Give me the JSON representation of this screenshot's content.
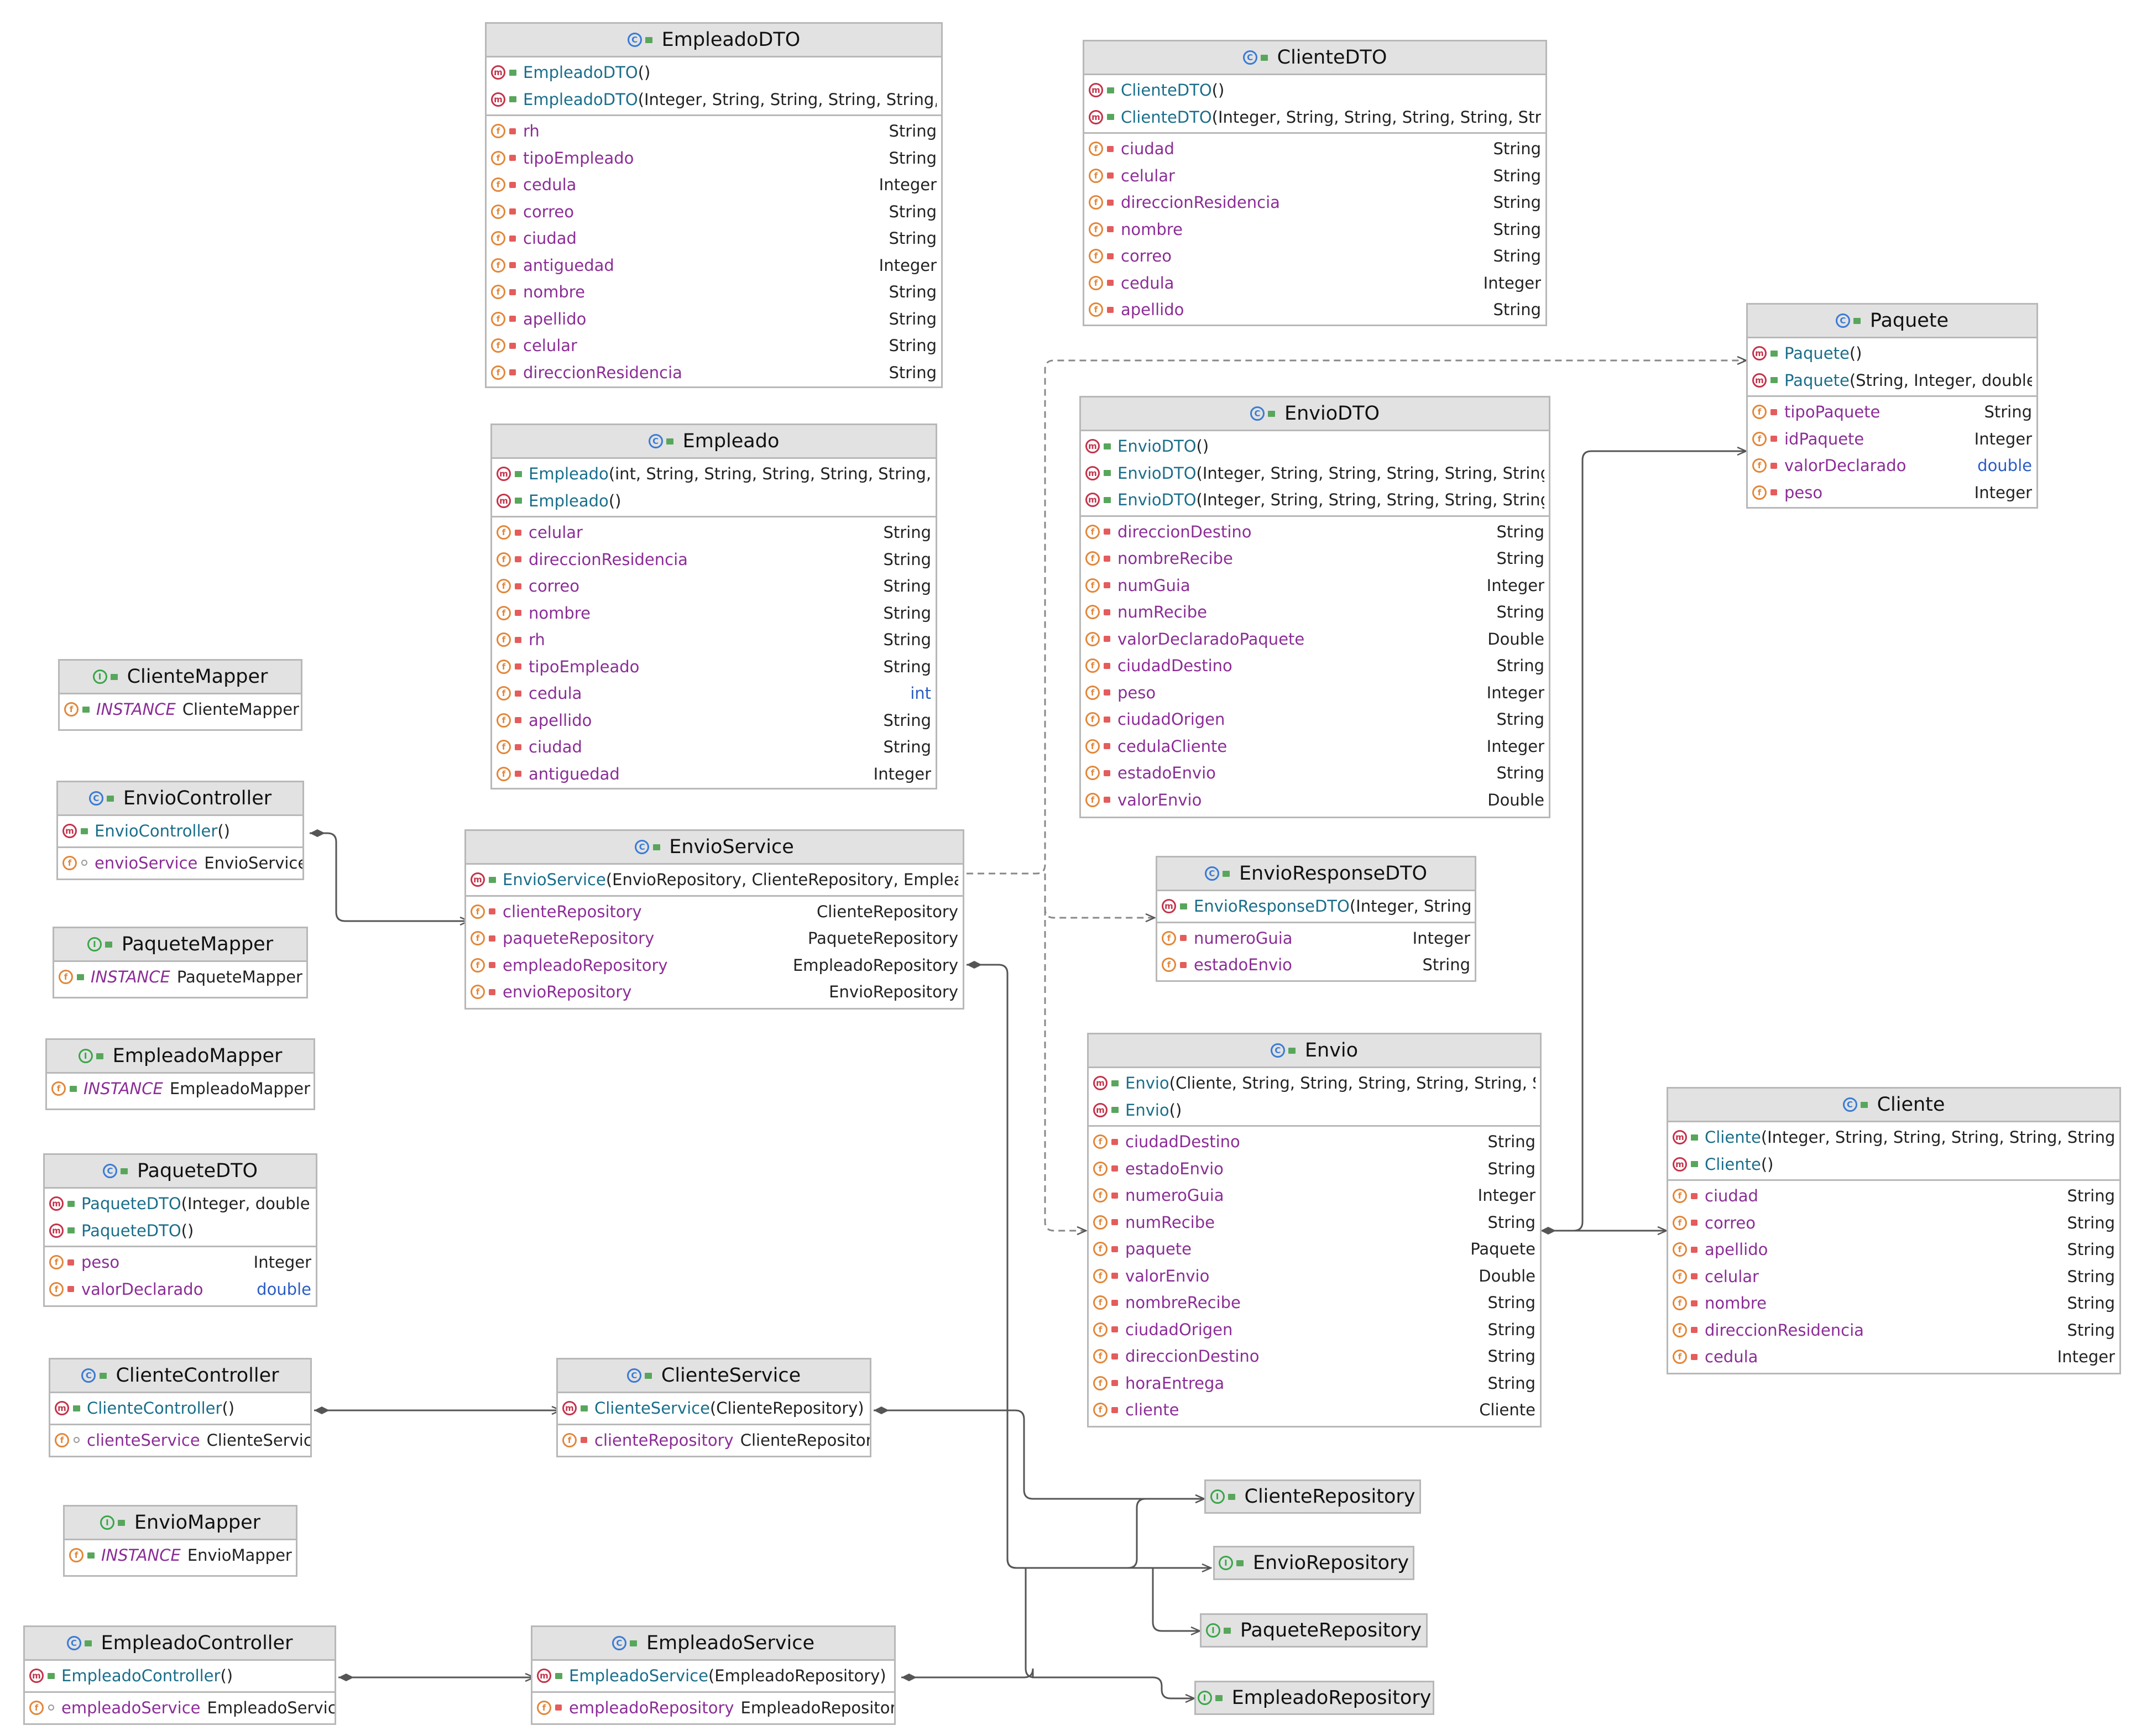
{
  "classes": {
    "empleadoDTO": {
      "title": "EmpleadoDTO",
      "methods": [
        {
          "name": "EmpleadoDTO",
          "params": "()"
        },
        {
          "name": "EmpleadoDTO",
          "params": "(Integer, String, String, String, String, String"
        }
      ],
      "fields": [
        {
          "name": "rh",
          "type": "String"
        },
        {
          "name": "tipoEmpleado",
          "type": "String"
        },
        {
          "name": "cedula",
          "type": "Integer"
        },
        {
          "name": "correo",
          "type": "String"
        },
        {
          "name": "ciudad",
          "type": "String"
        },
        {
          "name": "antiguedad",
          "type": "Integer"
        },
        {
          "name": "nombre",
          "type": "String"
        },
        {
          "name": "apellido",
          "type": "String"
        },
        {
          "name": "celular",
          "type": "String"
        },
        {
          "name": "direccionResidencia",
          "type": "String"
        }
      ]
    },
    "clienteDTO": {
      "title": "ClienteDTO",
      "methods": [
        {
          "name": "ClienteDTO",
          "params": "()"
        },
        {
          "name": "ClienteDTO",
          "params": "(Integer, String, String, String, String, String"
        }
      ],
      "fields": [
        {
          "name": "ciudad",
          "type": "String"
        },
        {
          "name": "celular",
          "type": "String"
        },
        {
          "name": "direccionResidencia",
          "type": "String"
        },
        {
          "name": "nombre",
          "type": "String"
        },
        {
          "name": "correo",
          "type": "String"
        },
        {
          "name": "cedula",
          "type": "Integer"
        },
        {
          "name": "apellido",
          "type": "String"
        }
      ]
    },
    "paquete": {
      "title": "Paquete",
      "methods": [
        {
          "name": "Paquete",
          "params": "()"
        },
        {
          "name": "Paquete",
          "params": "(String, Integer, double)"
        }
      ],
      "fields": [
        {
          "name": "tipoPaquete",
          "type": "String"
        },
        {
          "name": "idPaquete",
          "type": "Integer"
        },
        {
          "name": "valorDeclarado",
          "type": "double"
        },
        {
          "name": "peso",
          "type": "Integer"
        }
      ]
    },
    "empleado": {
      "title": "Empleado",
      "methods": [
        {
          "name": "Empleado",
          "params": "(int, String, String, String, String, String, String"
        },
        {
          "name": "Empleado",
          "params": "()"
        }
      ],
      "fields": [
        {
          "name": "celular",
          "type": "String"
        },
        {
          "name": "direccionResidencia",
          "type": "String"
        },
        {
          "name": "correo",
          "type": "String"
        },
        {
          "name": "nombre",
          "type": "String"
        },
        {
          "name": "rh",
          "type": "String"
        },
        {
          "name": "tipoEmpleado",
          "type": "String"
        },
        {
          "name": "cedula",
          "type": "int"
        },
        {
          "name": "apellido",
          "type": "String"
        },
        {
          "name": "ciudad",
          "type": "String"
        },
        {
          "name": "antiguedad",
          "type": "Integer"
        }
      ]
    },
    "envioDTO": {
      "title": "EnvioDTO",
      "methods": [
        {
          "name": "EnvioDTO",
          "params": "()"
        },
        {
          "name": "EnvioDTO",
          "params": "(Integer, String, String, String, String, String, Do"
        },
        {
          "name": "EnvioDTO",
          "params": "(Integer, String, String, String, String, String, Do"
        }
      ],
      "fields": [
        {
          "name": "direccionDestino",
          "type": "String"
        },
        {
          "name": "nombreRecibe",
          "type": "String"
        },
        {
          "name": "numGuia",
          "type": "Integer"
        },
        {
          "name": "numRecibe",
          "type": "String"
        },
        {
          "name": "valorDeclaradoPaquete",
          "type": "Double"
        },
        {
          "name": "ciudadDestino",
          "type": "String"
        },
        {
          "name": "peso",
          "type": "Integer"
        },
        {
          "name": "ciudadOrigen",
          "type": "String"
        },
        {
          "name": "cedulaCliente",
          "type": "Integer"
        },
        {
          "name": "estadoEnvio",
          "type": "String"
        },
        {
          "name": "valorEnvio",
          "type": "Double"
        }
      ]
    },
    "clienteMapper": {
      "title": "ClienteMapper",
      "fields": [
        {
          "name": "INSTANCE",
          "type": "ClienteMapper"
        }
      ]
    },
    "envioController": {
      "title": "EnvioController",
      "methods": [
        {
          "name": "EnvioController",
          "params": "()"
        }
      ],
      "fields": [
        {
          "name": "envioService",
          "type": "EnvioService"
        }
      ]
    },
    "envioService": {
      "title": "EnvioService",
      "methods": [
        {
          "name": "EnvioService",
          "params": "(EnvioRepository, ClienteRepository, EmpleadoRe"
        }
      ],
      "fields": [
        {
          "name": "clienteRepository",
          "type": "ClienteRepository"
        },
        {
          "name": "paqueteRepository",
          "type": "PaqueteRepository"
        },
        {
          "name": "empleadoRepository",
          "type": "EmpleadoRepository"
        },
        {
          "name": "envioRepository",
          "type": "EnvioRepository"
        }
      ]
    },
    "envioResponseDTO": {
      "title": "EnvioResponseDTO",
      "methods": [
        {
          "name": "EnvioResponseDTO",
          "params": "(Integer, String)"
        }
      ],
      "fields": [
        {
          "name": "numeroGuia",
          "type": "Integer"
        },
        {
          "name": "estadoEnvio",
          "type": "String"
        }
      ]
    },
    "paqueteMapper": {
      "title": "PaqueteMapper",
      "fields": [
        {
          "name": "INSTANCE",
          "type": "PaqueteMapper"
        }
      ]
    },
    "empleadoMapper": {
      "title": "EmpleadoMapper",
      "fields": [
        {
          "name": "INSTANCE",
          "type": "EmpleadoMapper"
        }
      ]
    },
    "envio": {
      "title": "Envio",
      "methods": [
        {
          "name": "Envio",
          "params": "(Cliente, String, String, String, String, String, String"
        },
        {
          "name": "Envio",
          "params": "()"
        }
      ],
      "fields": [
        {
          "name": "ciudadDestino",
          "type": "String"
        },
        {
          "name": "estadoEnvio",
          "type": "String"
        },
        {
          "name": "numeroGuia",
          "type": "Integer"
        },
        {
          "name": "numRecibe",
          "type": "String"
        },
        {
          "name": "paquete",
          "type": "Paquete"
        },
        {
          "name": "valorEnvio",
          "type": "Double"
        },
        {
          "name": "nombreRecibe",
          "type": "String"
        },
        {
          "name": "ciudadOrigen",
          "type": "String"
        },
        {
          "name": "direccionDestino",
          "type": "String"
        },
        {
          "name": "horaEntrega",
          "type": "String"
        },
        {
          "name": "cliente",
          "type": "Cliente"
        }
      ]
    },
    "cliente": {
      "title": "Cliente",
      "methods": [
        {
          "name": "Cliente",
          "params": "(Integer, String, String, String, String, String, String"
        },
        {
          "name": "Cliente",
          "params": "()"
        }
      ],
      "fields": [
        {
          "name": "ciudad",
          "type": "String"
        },
        {
          "name": "correo",
          "type": "String"
        },
        {
          "name": "apellido",
          "type": "String"
        },
        {
          "name": "celular",
          "type": "String"
        },
        {
          "name": "nombre",
          "type": "String"
        },
        {
          "name": "direccionResidencia",
          "type": "String"
        },
        {
          "name": "cedula",
          "type": "Integer"
        }
      ]
    },
    "paqueteDTO": {
      "title": "PaqueteDTO",
      "methods": [
        {
          "name": "PaqueteDTO",
          "params": "(Integer, double)"
        },
        {
          "name": "PaqueteDTO",
          "params": "()"
        }
      ],
      "fields": [
        {
          "name": "peso",
          "type": "Integer"
        },
        {
          "name": "valorDeclarado",
          "type": "double"
        }
      ]
    },
    "clienteController": {
      "title": "ClienteController",
      "methods": [
        {
          "name": "ClienteController",
          "params": "()"
        }
      ],
      "fields": [
        {
          "name": "clienteService",
          "type": "ClienteService"
        }
      ]
    },
    "clienteService": {
      "title": "ClienteService",
      "methods": [
        {
          "name": "ClienteService",
          "params": "(ClienteRepository)"
        }
      ],
      "fields": [
        {
          "name": "clienteRepository",
          "type": "ClienteRepository"
        }
      ]
    },
    "envioMapper": {
      "title": "EnvioMapper",
      "fields": [
        {
          "name": "INSTANCE",
          "type": "EnvioMapper"
        }
      ]
    },
    "empleadoController": {
      "title": "EmpleadoController",
      "methods": [
        {
          "name": "EmpleadoController",
          "params": "()"
        }
      ],
      "fields": [
        {
          "name": "empleadoService",
          "type": "EmpleadoService"
        }
      ]
    },
    "empleadoService": {
      "title": "EmpleadoService",
      "methods": [
        {
          "name": "EmpleadoService",
          "params": "(EmpleadoRepository)"
        }
      ],
      "fields": [
        {
          "name": "empleadoRepository",
          "type": "EmpleadoRepository"
        }
      ]
    },
    "clienteRepository": {
      "title": "ClienteRepository"
    },
    "envioRepository": {
      "title": "EnvioRepository"
    },
    "paqueteRepository": {
      "title": "PaqueteRepository"
    },
    "empleadoRepository": {
      "title": "EmpleadoRepository"
    }
  },
  "icons": {
    "class": "C",
    "interface": "I",
    "method": "m",
    "field": "f"
  },
  "colors": {
    "method_name": "#1a6e8a",
    "field_name": "#8b2d96",
    "primitive_type": "#2a5cc4",
    "header_bg": "#e2e2e2",
    "edge": "#555555"
  }
}
